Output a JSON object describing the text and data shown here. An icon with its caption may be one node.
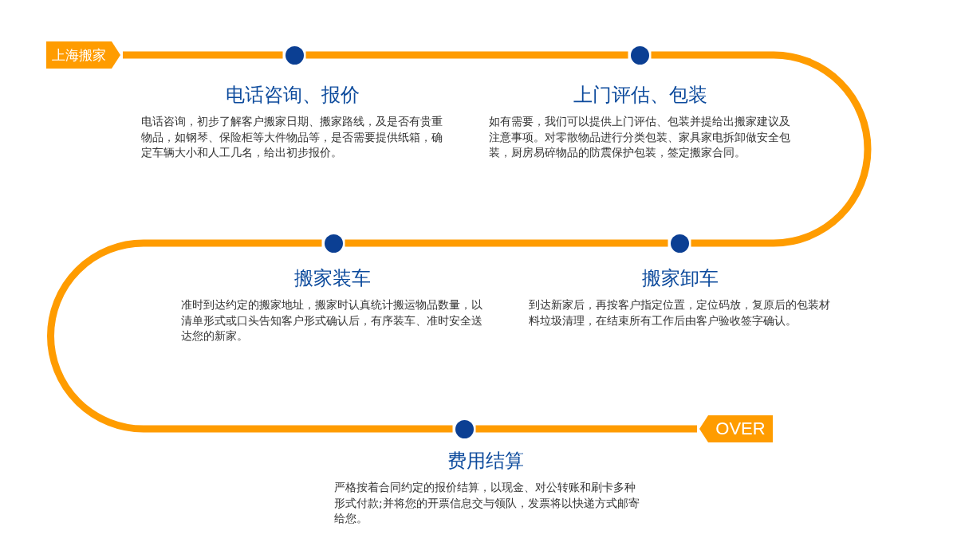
{
  "diagram": {
    "nodes": [
      {
        "text": [
          "上海搬家"
        ]
      },
      {
        "text": [],
        "shape": "circle",
        "beside": [
          "电话咨询、报价",
          "电话咨询，初步了解客户搬家日期、搬家路线，及是否有贵重物品，如钢琴、保险柜等大件物品等，是否需要提供纸箱，确定车辆大小和人工几名，给出初步报价。"
        ]
      },
      {
        "text": [],
        "shape": "circle",
        "beside": [
          "上门评估、包装",
          "如有需要，我们可以提供上门评估、包装并提给出搬家建议及注意事项。对零散物品进行分类包装、家具家电拆卸做安全包装，厨房易碎物品的防震保护包装，签定搬家合同。"
        ]
      },
      {
        "text": [],
        "shape": "circle",
        "beside": [
          "搬家装车",
          "准时到达约定的搬家地址，搬家时认真统计搬运物品数量，以清单形式或口头告知客户形式确认后，有序装车、准时安全送达您的新家。"
        ]
      },
      {
        "text": [],
        "shape": "circle",
        "beside": [
          "搬家卸车",
          "到达新家后，再按客户指定位置，定位码放，复原后的包装材料垃圾清理，在结束所有工作后由客户验收签字确认。"
        ]
      },
      {
        "text": [],
        "shape": "circle",
        "beside": [
          "费用结算",
          "严格按着合同约定的报价结算，以现金、对公转账和刷卡多种形式付款;并将您的开票信息交与领队，发票将以快递方式邮寄给您。"
        ]
      },
      {
        "text": [
          "OVER"
        ]
      }
    ],
    "edges": [
      {
        "from": 0,
        "to": 1,
        "arrow": "none"
      },
      {
        "from": 1,
        "to": 2,
        "arrow": "none"
      },
      {
        "from": 2,
        "to": 4,
        "arrow": "none"
      },
      {
        "from": 4,
        "to": 3,
        "arrow": "none"
      },
      {
        "from": 3,
        "to": 5,
        "arrow": "none"
      },
      {
        "from": 5,
        "to": 6,
        "arrow": "none"
      }
    ]
  }
}
